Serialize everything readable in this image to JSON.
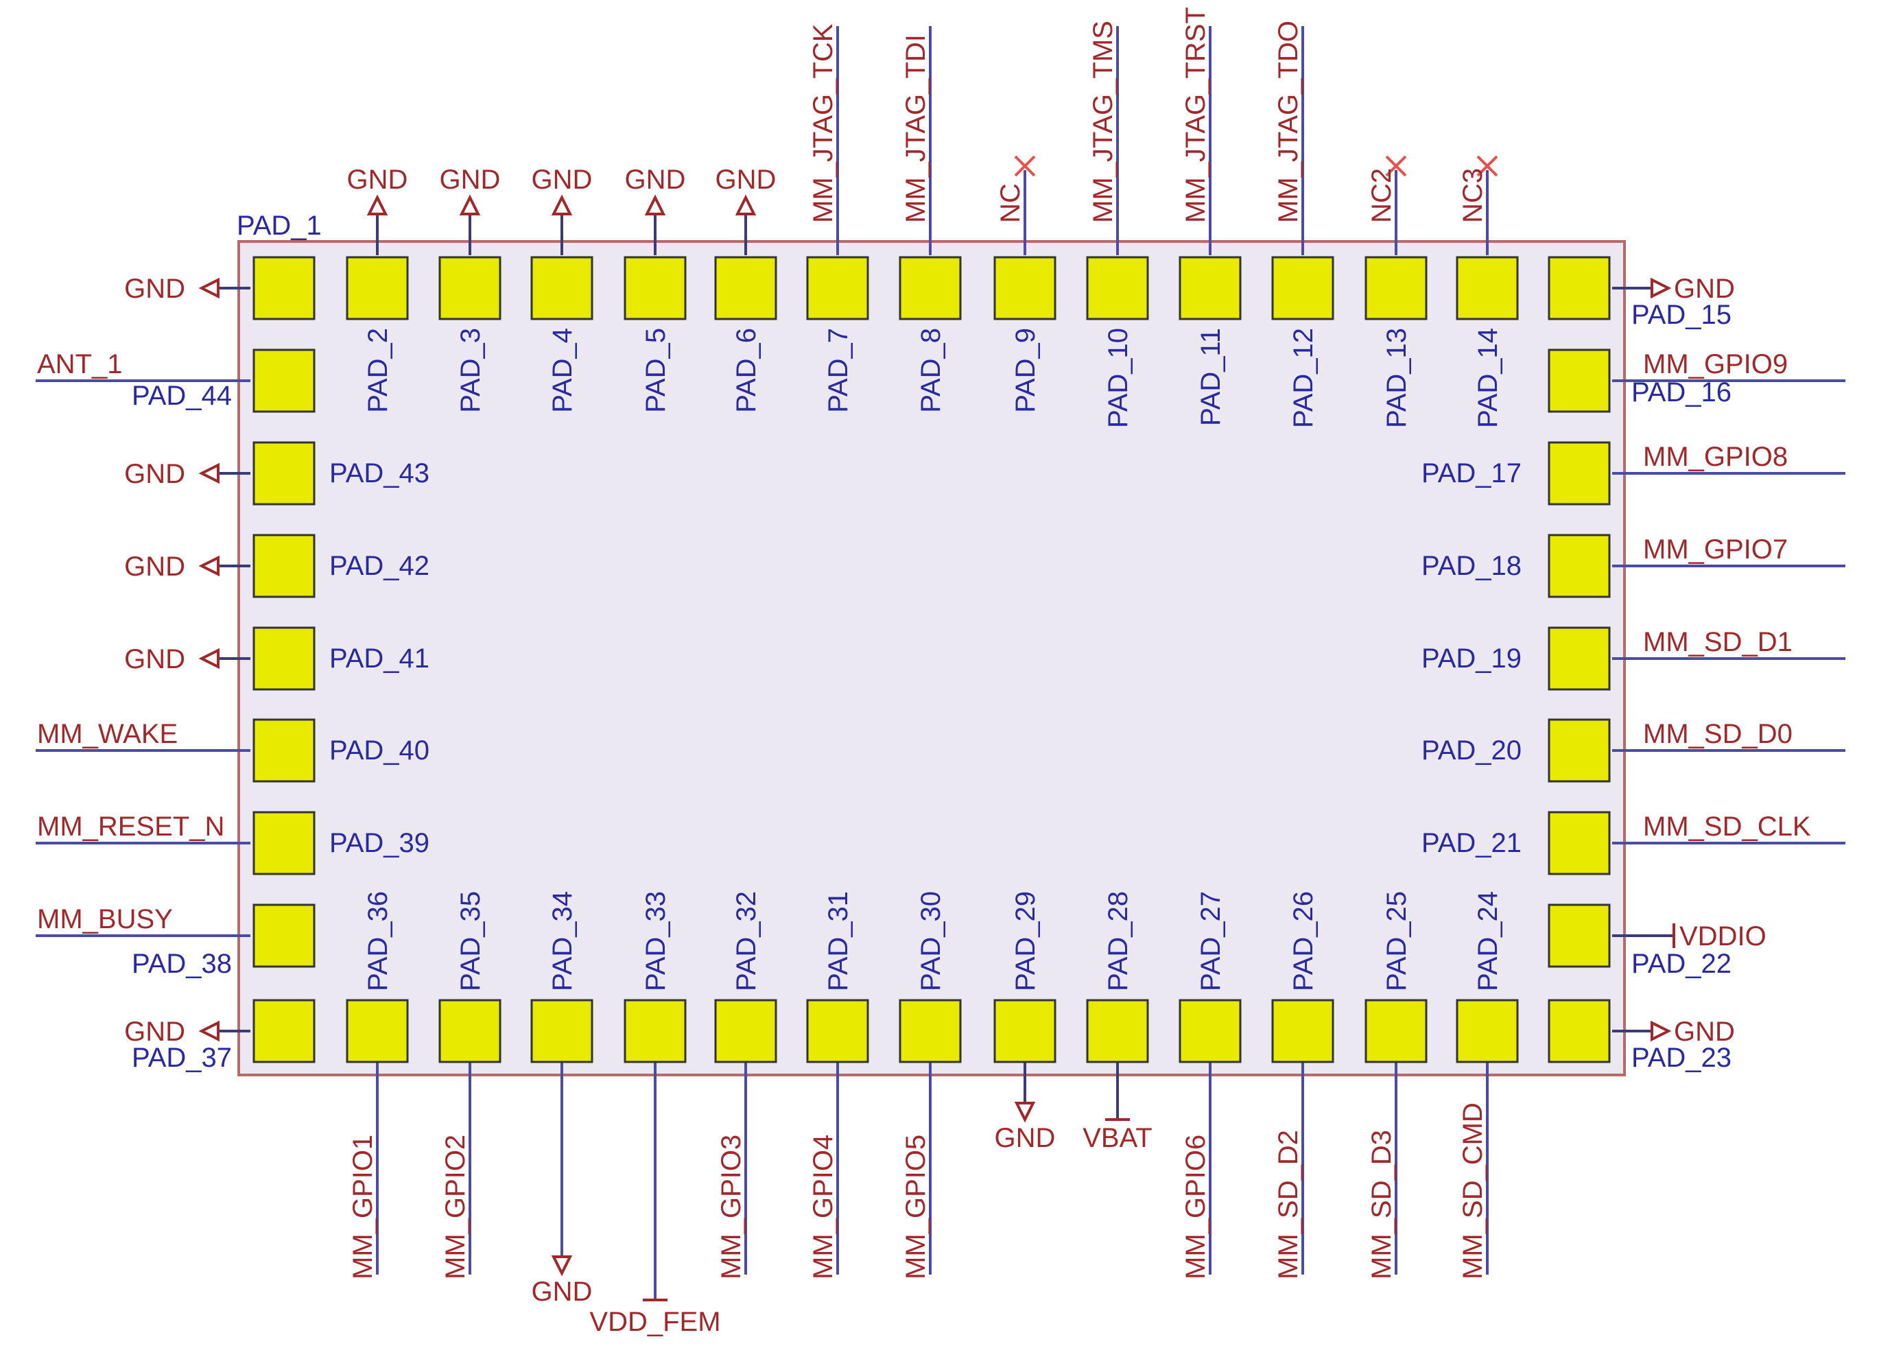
{
  "component": {
    "first_pad_label": "PAD_1",
    "pad_labels": {
      "p2": "PAD_2",
      "p3": "PAD_3",
      "p4": "PAD_4",
      "p5": "PAD_5",
      "p6": "PAD_6",
      "p7": "PAD_7",
      "p8": "PAD_8",
      "p9": "PAD_9",
      "p10": "PAD_10",
      "p11": "PAD_11",
      "p12": "PAD_12",
      "p13": "PAD_13",
      "p14": "PAD_14",
      "p15": "PAD_15",
      "p16": "PAD_16",
      "p17": "PAD_17",
      "p18": "PAD_18",
      "p19": "PAD_19",
      "p20": "PAD_20",
      "p21": "PAD_21",
      "p22": "PAD_22",
      "p23": "PAD_23",
      "p24": "PAD_24",
      "p25": "PAD_25",
      "p26": "PAD_26",
      "p27": "PAD_27",
      "p28": "PAD_28",
      "p29": "PAD_29",
      "p30": "PAD_30",
      "p31": "PAD_31",
      "p32": "PAD_32",
      "p33": "PAD_33",
      "p34": "PAD_34",
      "p35": "PAD_35",
      "p36": "PAD_36",
      "p37": "PAD_37",
      "p38": "PAD_38",
      "p39": "PAD_39",
      "p40": "PAD_40",
      "p41": "PAD_41",
      "p42": "PAD_42",
      "p43": "PAD_43",
      "p44": "PAD_44"
    }
  },
  "nets": {
    "gnd": "GND",
    "nc": "NC",
    "nc2": "NC2",
    "nc3": "NC3",
    "jtag_tck": "MM_JTAG_TCK",
    "jtag_tdi": "MM_JTAG_TDI",
    "jtag_tms": "MM_JTAG_TMS",
    "jtag_trst": "MM_JTAG_TRST",
    "jtag_tdo": "MM_JTAG_TDO",
    "ant": "ANT_1",
    "wake": "MM_WAKE",
    "reset_n": "MM_RESET_N",
    "busy": "MM_BUSY",
    "gpio9": "MM_GPIO9",
    "gpio8": "MM_GPIO8",
    "gpio7": "MM_GPIO7",
    "sd_d1": "MM_SD_D1",
    "sd_d0": "MM_SD_D0",
    "sd_clk": "MM_SD_CLK",
    "vddio": "VDDIO",
    "gpio1": "MM_GPIO1",
    "gpio2": "MM_GPIO2",
    "vdd_fem": "VDD_FEM",
    "gpio3": "MM_GPIO3",
    "gpio4": "MM_GPIO4",
    "gpio5": "MM_GPIO5",
    "vbat": "VBAT",
    "gpio6": "MM_GPIO6",
    "sd_d2": "MM_SD_D2",
    "sd_d3": "MM_SD_D3",
    "sd_cmd": "MM_SD_CMD"
  }
}
